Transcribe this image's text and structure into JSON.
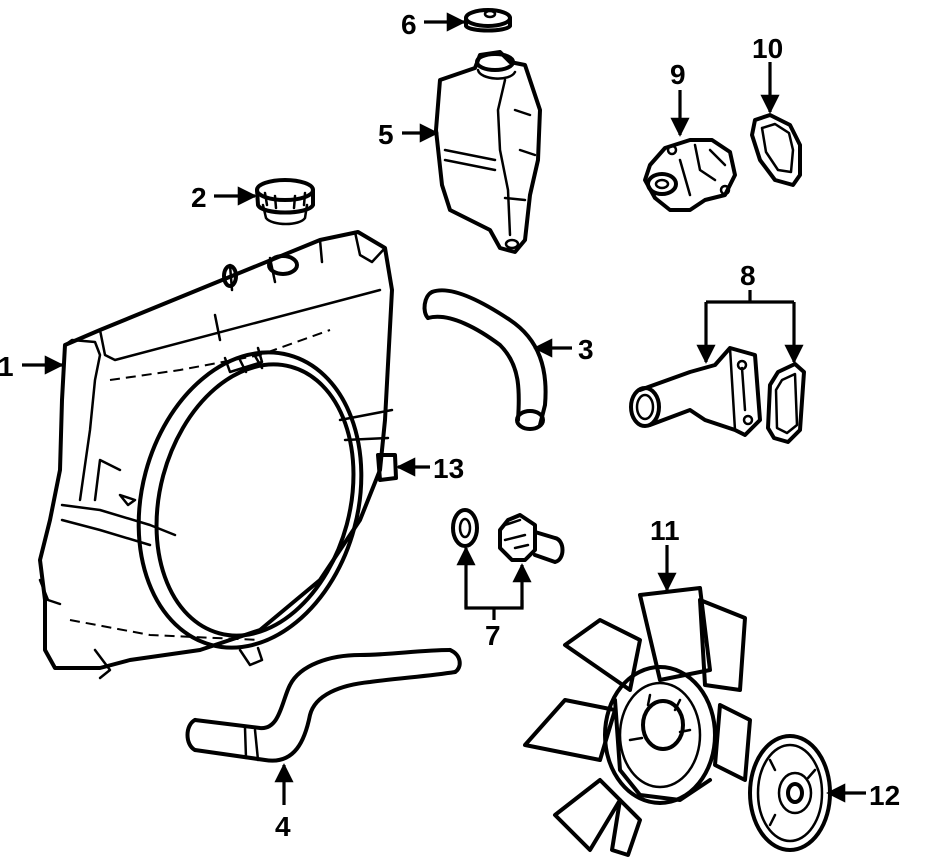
{
  "callouts": [
    {
      "id": "callout-1",
      "label": "1"
    },
    {
      "id": "callout-2",
      "label": "2"
    },
    {
      "id": "callout-3",
      "label": "3"
    },
    {
      "id": "callout-4",
      "label": "4"
    },
    {
      "id": "callout-5",
      "label": "5"
    },
    {
      "id": "callout-6",
      "label": "6"
    },
    {
      "id": "callout-7",
      "label": "7"
    },
    {
      "id": "callout-8",
      "label": "8"
    },
    {
      "id": "callout-9",
      "label": "9"
    },
    {
      "id": "callout-10",
      "label": "10"
    },
    {
      "id": "callout-11",
      "label": "11"
    },
    {
      "id": "callout-12",
      "label": "12"
    },
    {
      "id": "callout-13",
      "label": "13"
    }
  ]
}
